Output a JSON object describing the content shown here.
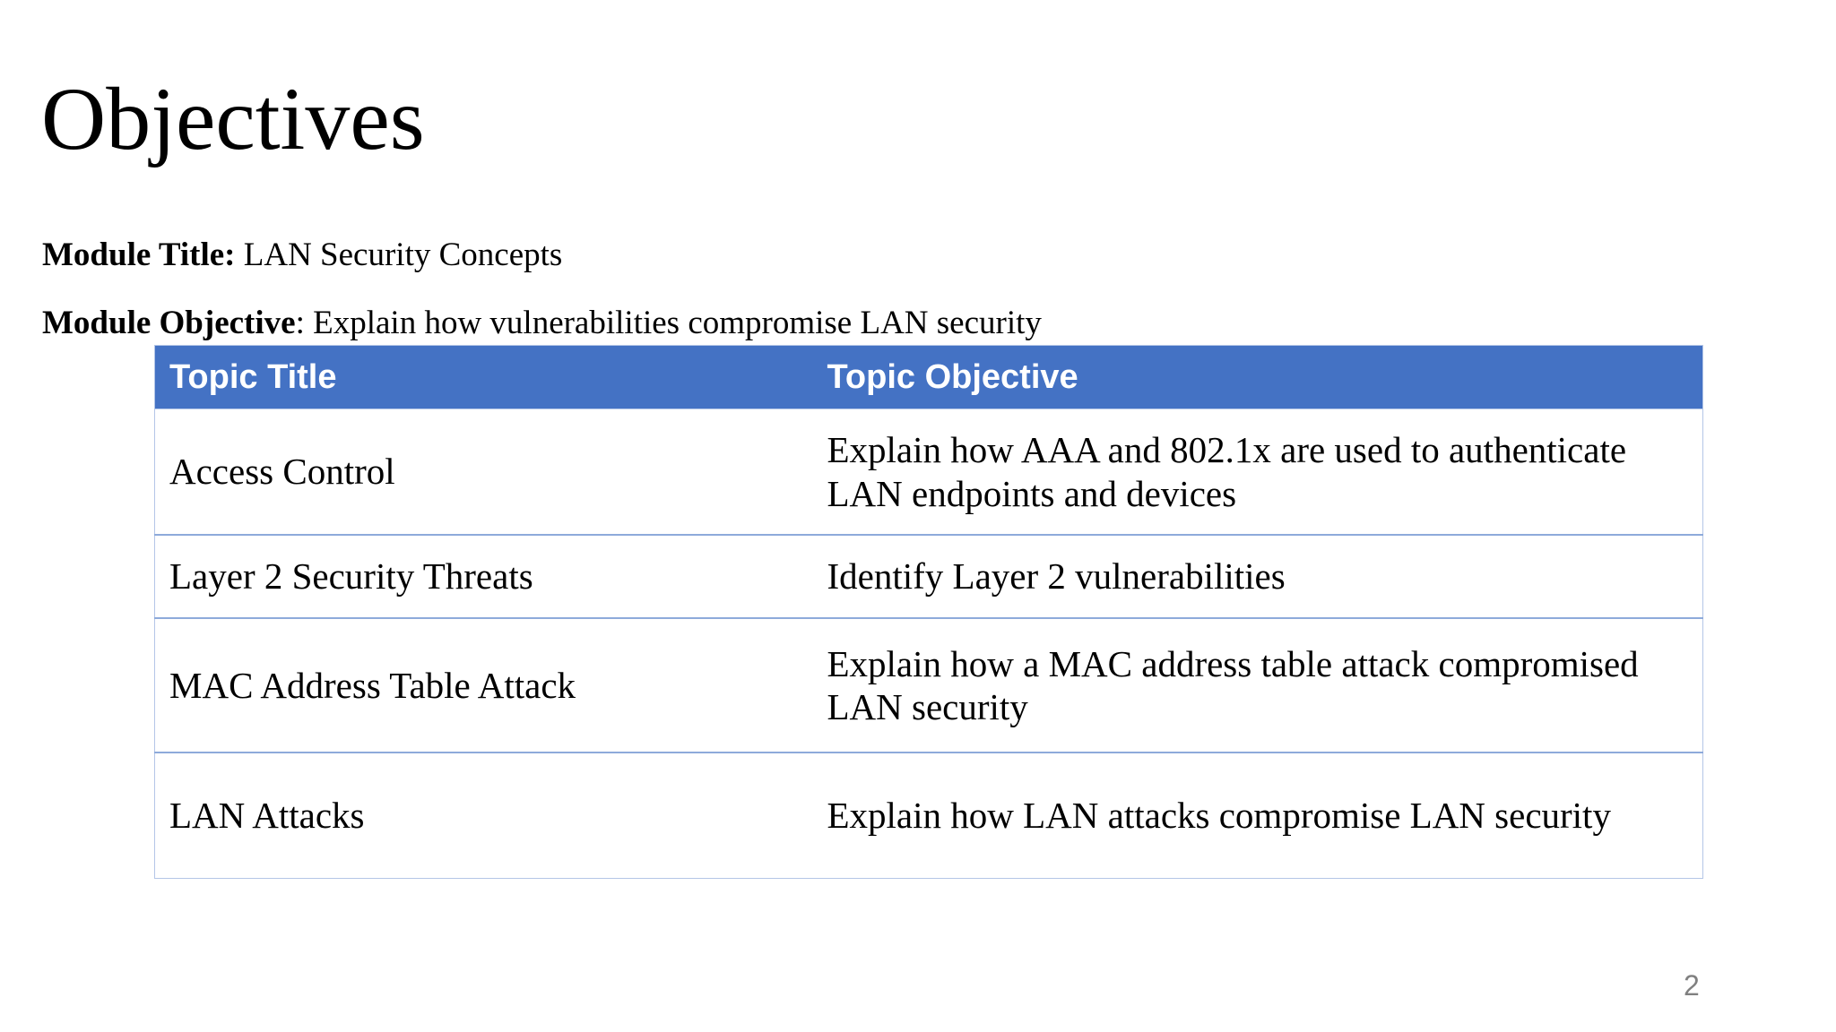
{
  "slide": {
    "title": "Objectives",
    "meta": {
      "module_title_label": "Module Title:",
      "module_title_text": " LAN Security Concepts",
      "module_objective_label": "Module Objective",
      "module_objective_text": ": Explain how vulnerabilities compromise LAN security"
    },
    "page_number": "2"
  },
  "table": {
    "headers": {
      "topic_title": "Topic Title",
      "topic_objective": "Topic Objective"
    },
    "rows": [
      {
        "topic": "Access Control",
        "objective": "Explain how AAA and 802.1x are used to authenticate LAN endpoints and devices"
      },
      {
        "topic": "Layer 2 Security Threats",
        "objective": "Identify Layer 2 vulnerabilities"
      },
      {
        "topic": "MAC Address Table Attack",
        "objective": "Explain how a MAC address table attack compromised LAN security"
      },
      {
        "topic": "LAN Attacks",
        "objective": "Explain how LAN attacks compromise LAN security"
      }
    ]
  },
  "colors": {
    "header_bg": "#4472C4",
    "header_text": "#FFFFFF",
    "border": "#8EAADB",
    "border_light": "#B4C6E7",
    "page_number": "#808080"
  }
}
